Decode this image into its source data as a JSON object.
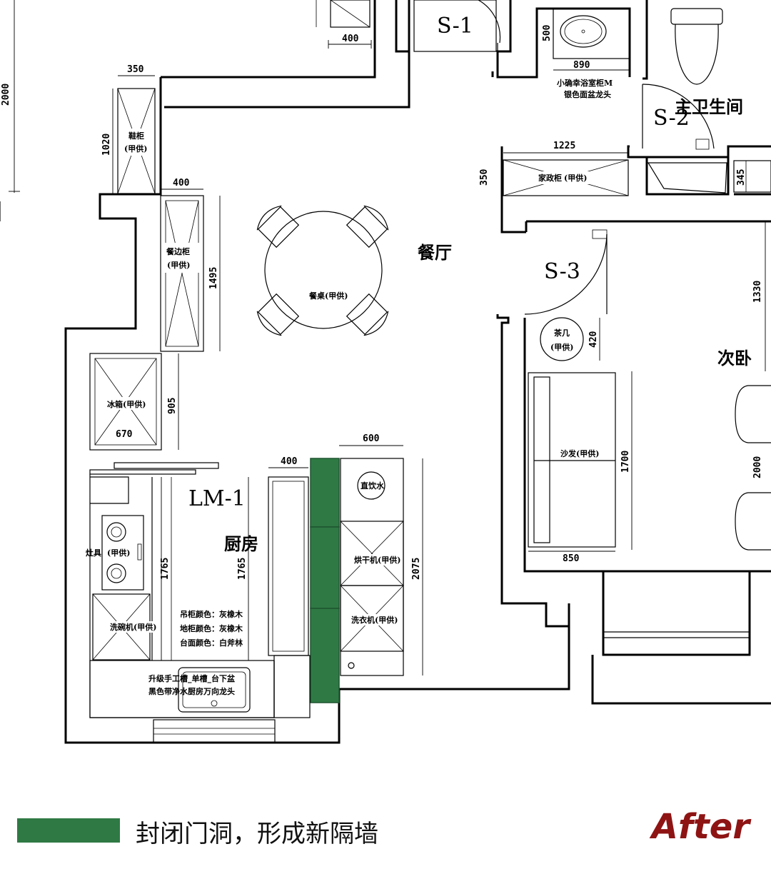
{
  "rooms": {
    "dining": "餐厅",
    "kitchen": "厨房",
    "master_bath": "主卫生间",
    "second_bedroom": "次卧"
  },
  "codes": {
    "s1": "S-1",
    "s2": "S-2",
    "s3": "S-3",
    "lm1": "LM-1"
  },
  "furniture": {
    "shoe_cabinet": "鞋柜",
    "shoe_cabinet_sub": "(甲供)",
    "side_cabinet": "餐边柜",
    "side_cabinet_sub": "(甲供)",
    "dining_table": "餐桌(甲供)",
    "fridge": "冰箱(甲供)",
    "stove": "灶具",
    "stove_sub": "(甲供)",
    "dishwasher": "洗碗机(甲供)",
    "water_heater": "直饮水",
    "dryer": "烘干机(甲供)",
    "washer": "洗衣机(甲供)",
    "storage_cabinet": "家政柜",
    "storage_cabinet_sub": "(甲供)",
    "basin_cabinet_l1": "小确幸浴室柜M",
    "basin_cabinet_l2": "银色面盆龙头",
    "tea_table": "茶几",
    "tea_table_sub": "(甲供)",
    "sofa": "沙发(甲供)",
    "sink_l1": "升级手工槽_单槽_台下盆",
    "sink_l2": "黑色带净水厨房万向龙头",
    "finish_l1": "吊柜颜色：灰橡木",
    "finish_l2": "地柜颜色：灰橡木",
    "finish_l3": "台面颜色：白斧林"
  },
  "dimensions": {
    "d400_top": "400",
    "d2000_left": "2000",
    "d350_shoe": "350",
    "d1020": "1020",
    "d400_side": "400",
    "d1495": "1495",
    "d905": "905",
    "d670": "670",
    "d400_kitchen": "400",
    "d1765_a": "1765",
    "d1765_b": "1765",
    "d600": "600",
    "d2075": "2075",
    "d500": "500",
    "d890": "890",
    "d1225": "1225",
    "d350_storage": "350",
    "d345": "345",
    "d1330": "1330",
    "d420": "420",
    "d1700": "1700",
    "d850": "850",
    "d2000_right": "2000"
  },
  "legend": {
    "text": "封闭门洞，形成新隔墙",
    "swatch_color": "#2f7a44"
  },
  "stage_label": "After",
  "colors": {
    "new_wall": "#2f7a44",
    "after_text": "#8e1414"
  }
}
